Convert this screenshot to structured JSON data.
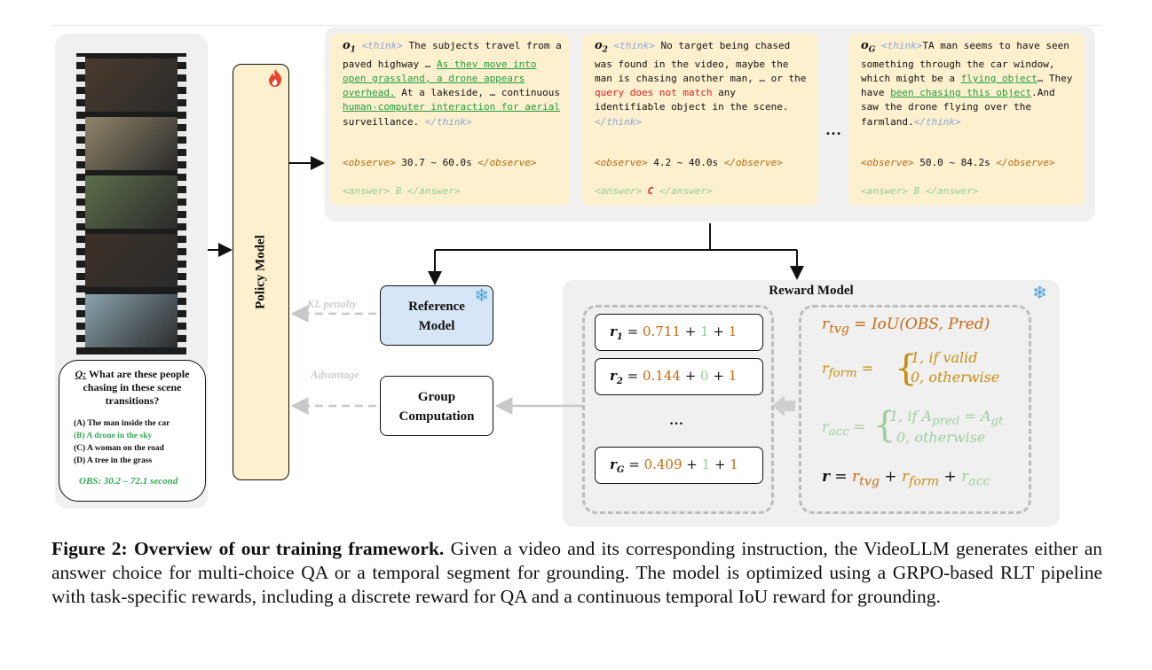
{
  "left": {
    "question_label": "Q:",
    "question": "What are these people chasing in these scene transitions?",
    "options": [
      {
        "text": "(A) The man inside the car",
        "correct": false
      },
      {
        "text": "(B) A drone in the sky",
        "correct": true
      },
      {
        "text": "(C) A woman on the road",
        "correct": false
      },
      {
        "text": "(D) A tree in the grass",
        "correct": false
      }
    ],
    "obs": "OBS: 30.2 – 72.1 second",
    "frame_colors": [
      "#4a3a2c",
      "#8e8468",
      "#5d6f4a",
      "#3c3128",
      "#8aa3ae"
    ]
  },
  "policy": {
    "label": "Policy Model",
    "icon": "flame-icon"
  },
  "outputs": [
    {
      "label": "o",
      "sub": "1",
      "think_open": "<think>",
      "t1": " The subjects travel from a paved highway … ",
      "u1": "As they move into open grassland, a drone appears overhead.",
      "t2": " At a lakeside, … continuous ",
      "u2": "human-computer interaction for aerial",
      "t3": " surveillance. ",
      "think_close": "</think>",
      "observe_open": "<observe>",
      "observe_value": " 30.7 ~ 60.0s ",
      "observe_close": "</observe>",
      "answer_open": "<answer>",
      "answer_value": " B ",
      "answer_close": "</answer>"
    },
    {
      "label": "o",
      "sub": "2",
      "think_open": "<think>",
      "t1": " No target being chased was found in the video, maybe the man is chasing another man, … or the ",
      "red": "query does not match",
      "t2": " any identifiable object in the scene. ",
      "think_close": "</think>",
      "observe_open": "<observe>",
      "observe_value": " 4.2 ~ 40.0s ",
      "observe_close": "</observe>",
      "answer_open": "<answer>",
      "answer_value": "C",
      "answer_close": "</answer>"
    },
    {
      "label": "o",
      "sub": "G",
      "think_open": "<think>",
      "t1": "TA man seems to have seen something through the car window, which might be a ",
      "u1": "flying object",
      "t2": "… They have ",
      "u2": "been chasing this object",
      "t3": ".And saw the drone flying over the farmland.",
      "think_close": "</think>",
      "observe_open": "<observe>",
      "observe_value": " 50.0 ~ 84.2s ",
      "observe_close": "</observe>",
      "answer_open": "<answer>",
      "answer_value": " B ",
      "answer_close": "</answer>"
    }
  ],
  "dots": "…",
  "reward": {
    "title": "Reward Model",
    "rows": [
      {
        "r": "r",
        "sub": "1",
        "eq": " = ",
        "a": "0.711",
        "plus1": " + ",
        "b": "1",
        "plus2": " + ",
        "c": "1"
      },
      {
        "r": "r",
        "sub": "2",
        "eq": " = ",
        "a": "0.144",
        "plus1": " + ",
        "b": "0",
        "plus2": " + ",
        "c": "1"
      },
      {
        "r": "r",
        "sub": "G",
        "eq": " = ",
        "a": "0.409",
        "plus1": " + ",
        "b": "1",
        "plus2": " + ",
        "c": "1"
      }
    ],
    "row_dots": "…",
    "f_tvg": {
      "lhs": "r",
      "sub": "tvg",
      "rhs": " = IoU(OBS, Pred)"
    },
    "f_form": {
      "lhs": "r",
      "sub": "form",
      "eq": " = ",
      "c1": "1, if valid",
      "c2": "0, otherwise"
    },
    "f_acc": {
      "lhs": "r",
      "sub": "acc",
      "eq": " = ",
      "c1": "1, if A",
      "c1_sub1": "pred",
      "c1_mid": " = A",
      "c1_sub2": "gt",
      "c2": "0, otherwise"
    },
    "f_total": {
      "lhs": "r",
      "eq": " = ",
      "t1": "r",
      "t1_sub": "tvg",
      "plus1": " + ",
      "t2": "r",
      "t2_sub": "form",
      "plus2": " + ",
      "t3": "r",
      "t3_sub": "acc"
    }
  },
  "reference": {
    "line1": "Reference",
    "line2": "Model"
  },
  "group": {
    "line1": "Group",
    "line2": "Computation"
  },
  "kl_penalty": "KL penalty",
  "advantage": "Advantage",
  "caption": {
    "bold": "Figure 2: Overview of our training framework.",
    "text": " Given a video and its corresponding instruction, the VideoLLM generates either an answer choice for multi-choice QA or a temporal segment for grounding. The model is optimized using a GRPO-based RLT pipeline with task-specific rewards, including a discrete reward for QA and a continuous temporal IoU reward for grounding."
  }
}
